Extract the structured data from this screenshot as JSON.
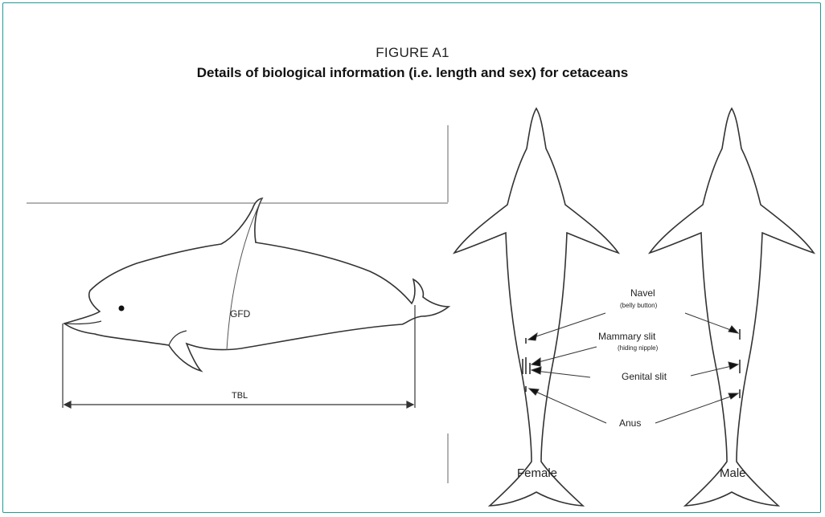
{
  "figure": {
    "label": "FIGURE A1",
    "title": "Details of biological information (i.e. length and sex) for cetaceans"
  },
  "side_view": {
    "girth_label": "GFD",
    "length_label": "TBL"
  },
  "ventral_view": {
    "navel_label": "Navel",
    "navel_sub": "(belly button)",
    "mammary_label": "Mammary slit",
    "mammary_sub": "(hiding nipple)",
    "genital_label": "Genital slit",
    "anus_label": "Anus",
    "female_label": "Female",
    "male_label": "Male"
  },
  "colors": {
    "frame": "#1f9a93",
    "ink": "#222222"
  }
}
